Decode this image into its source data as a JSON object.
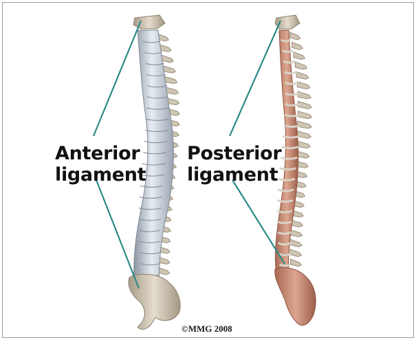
{
  "labels": {
    "anterior": {
      "line1": "Anterior",
      "line2": "ligament"
    },
    "posterior": {
      "line1": "Posterior",
      "line2": "ligament"
    }
  },
  "copyright": "©MMG 2008",
  "colors": {
    "pointer_line": "#2b8a86",
    "bone": "#d9cfbf",
    "bone_shadow": "#9e9381",
    "anterior_ligament": "#c9d2dc",
    "posterior_ligament": "#c98a72"
  }
}
